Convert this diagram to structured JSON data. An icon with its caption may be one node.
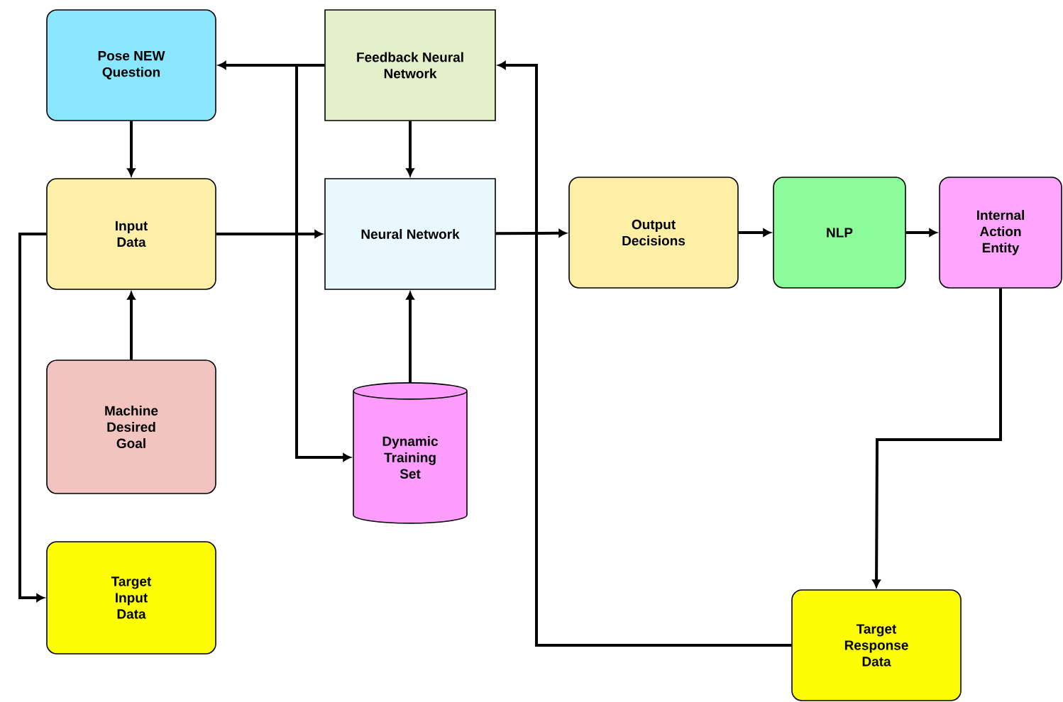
{
  "diagram": {
    "nodes": [
      {
        "text": [
          "Pose NEW Question"
        ]
      },
      {
        "text": [
          "Feedback Neural Network"
        ]
      },
      {
        "text": [
          "Input Data"
        ]
      },
      {
        "text": [
          "Neural Network"
        ]
      },
      {
        "text": [
          "Output Decisions"
        ]
      },
      {
        "text": [
          "NLP"
        ]
      },
      {
        "text": [
          "Internal Action Entity"
        ]
      },
      {
        "text": [
          "Machine Desired Goal"
        ]
      },
      {
        "text": [
          "Dynamic Training Set"
        ]
      },
      {
        "text": [
          "Target Input Data"
        ]
      },
      {
        "text": [
          "Target Response Data"
        ]
      }
    ],
    "edges": [
      {
        "from": 1,
        "to": 0,
        "arrow": "to"
      },
      {
        "from": 1,
        "to": 8,
        "arrow": "to"
      },
      {
        "from": 1,
        "to": 3,
        "arrow": "to"
      },
      {
        "from": 0,
        "to": 2,
        "arrow": "to"
      },
      {
        "from": 2,
        "to": 3,
        "arrow": "to"
      },
      {
        "from": 7,
        "to": 2,
        "arrow": "to"
      },
      {
        "from": 8,
        "to": 3,
        "arrow": "to"
      },
      {
        "from": 2,
        "to": 9,
        "arrow": "to"
      },
      {
        "from": 3,
        "to": 4,
        "arrow": "to"
      },
      {
        "from": 4,
        "to": 5,
        "arrow": "to"
      },
      {
        "from": 5,
        "to": 6,
        "arrow": "to"
      },
      {
        "from": 6,
        "to": 10,
        "arrow": "to"
      },
      {
        "from": 10,
        "to": 1,
        "arrow": "to"
      }
    ]
  }
}
